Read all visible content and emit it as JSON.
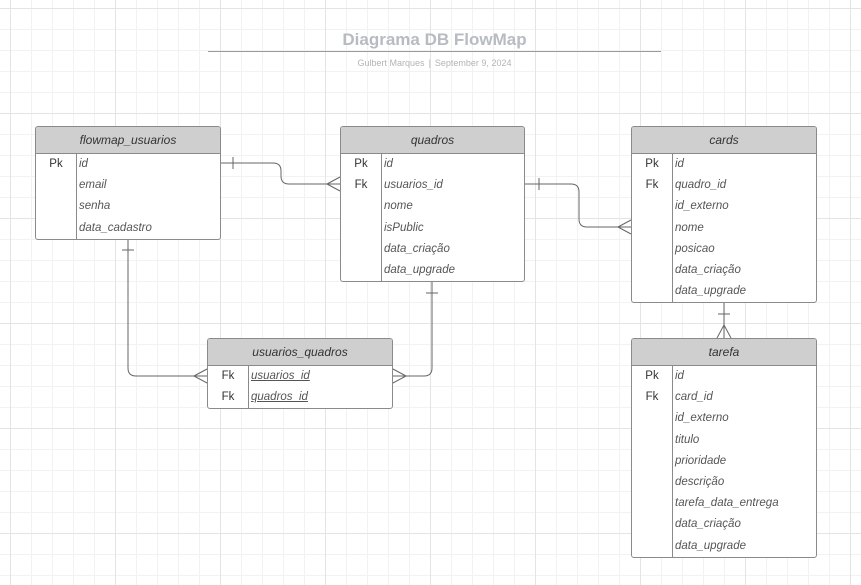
{
  "header": {
    "title": "Diagrama DB FlowMap",
    "author": "Gulbert Marques",
    "date": "September 9, 2024"
  },
  "entities": {
    "flowmap_usuarios": {
      "name": "flowmap_usuarios",
      "rows": [
        {
          "key": "Pk",
          "field": "id"
        },
        {
          "key": "",
          "field": "email"
        },
        {
          "key": "",
          "field": "senha"
        },
        {
          "key": "",
          "field": "data_cadastro"
        }
      ]
    },
    "quadros": {
      "name": "quadros",
      "rows": [
        {
          "key": "Pk",
          "field": "id"
        },
        {
          "key": "Fk",
          "field": "usuarios_id"
        },
        {
          "key": "",
          "field": "nome"
        },
        {
          "key": "",
          "field": "isPublic"
        },
        {
          "key": "",
          "field": "data_criação"
        },
        {
          "key": "",
          "field": "data_upgrade"
        }
      ]
    },
    "cards": {
      "name": "cards",
      "rows": [
        {
          "key": "Pk",
          "field": "id"
        },
        {
          "key": "Fk",
          "field": "quadro_id"
        },
        {
          "key": "",
          "field": "id_externo"
        },
        {
          "key": "",
          "field": "nome"
        },
        {
          "key": "",
          "field": "posicao"
        },
        {
          "key": "",
          "field": "data_criação"
        },
        {
          "key": "",
          "field": "data_upgrade"
        }
      ]
    },
    "usuarios_quadros": {
      "name": "usuarios_quadros",
      "rows": [
        {
          "key": "Fk",
          "field": "usuarios_id"
        },
        {
          "key": "Fk",
          "field": "quadros_id"
        }
      ]
    },
    "tarefa": {
      "name": "tarefa",
      "rows": [
        {
          "key": "Pk",
          "field": "id"
        },
        {
          "key": "Fk",
          "field": "card_id"
        },
        {
          "key": "",
          "field": "id_externo"
        },
        {
          "key": "",
          "field": "titulo"
        },
        {
          "key": "",
          "field": "prioridade"
        },
        {
          "key": "",
          "field": "descrição"
        },
        {
          "key": "",
          "field": "tarefa_data_entrega"
        },
        {
          "key": "",
          "field": "data_criação"
        },
        {
          "key": "",
          "field": "data_upgrade"
        }
      ]
    }
  },
  "relationships": [
    {
      "from": "flowmap_usuarios",
      "to": "quadros",
      "from_cardinality": "one",
      "to_cardinality": "many"
    },
    {
      "from": "quadros",
      "to": "cards",
      "from_cardinality": "one",
      "to_cardinality": "many"
    },
    {
      "from": "flowmap_usuarios",
      "to": "usuarios_quadros",
      "from_cardinality": "one",
      "to_cardinality": "many"
    },
    {
      "from": "quadros",
      "to": "usuarios_quadros",
      "from_cardinality": "one",
      "to_cardinality": "many"
    },
    {
      "from": "cards",
      "to": "tarefa",
      "from_cardinality": "one",
      "to_cardinality": "many"
    }
  ],
  "colors": {
    "header_fill": "#cfcfcf",
    "border": "#8a8a8a",
    "line": "#666666",
    "title": "#b9bbc2"
  }
}
